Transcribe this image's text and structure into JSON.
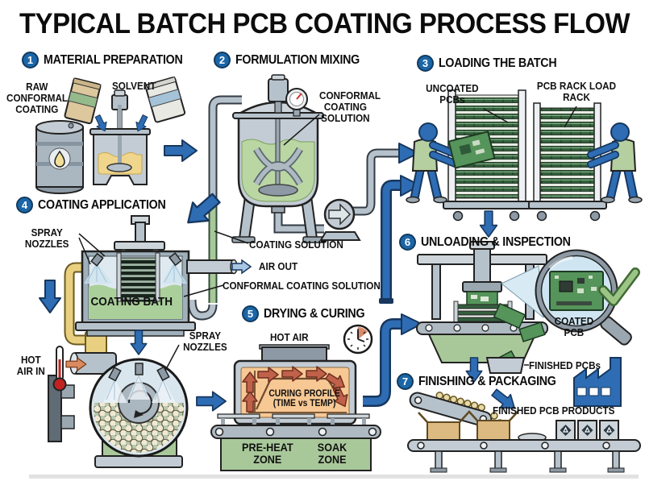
{
  "title": "TYPICAL BATCH PCB COATING PROCESS FLOW",
  "steps": [
    {
      "num": "1",
      "label": "MATERIAL PREPARATION"
    },
    {
      "num": "2",
      "label": "FORMULATION MIXING"
    },
    {
      "num": "3",
      "label": "LOADING THE BATCH"
    },
    {
      "num": "4",
      "label": "COATING APPLICATION"
    },
    {
      "num": "5",
      "label": "DRYING & CURING"
    },
    {
      "num": "6",
      "label": "UNLOADING & INSPECTION"
    },
    {
      "num": "7",
      "label": "FINISHING & PACKAGING"
    }
  ],
  "labels": {
    "raw_conformal_coating": "RAW\nCONFORMAL\nCOATING",
    "solvent": "SOLVENT",
    "conformal_coating_solution": "CONFORMAL\nCOATING\nSOLUTION",
    "uncoated_pcbs": "UNCOATED\nPCBs",
    "pcb_rack_load_rack": "PCB RACK LOAD\nRACK",
    "spray_nozzles_bath": "SPRAY\nNOZZLES",
    "coating_solution": "COATING SOLUTION",
    "air_out": "AIR OUT",
    "conformal_coating_solution_line": "CONFORMAL COATING SOLUTION",
    "coating_bath": "COATING BATH",
    "hot_air": "HOT AIR",
    "curing_profile": "CURING PROFILE\n(TIME vs TEMP)",
    "pre_heat_zone": "PRE-HEAT\nZONE",
    "soak_zone": "SOAK\nZONE",
    "hot_air_in": "HOT\nAIR IN",
    "spray_nozzles_drum": "SPRAY\nNOZZLES",
    "coated_pcb": "COATED\nPCB",
    "finished_pcbs": "FINISHED PCBs",
    "finished_pcb_products": "FINISHED PCB PRODUCTS"
  },
  "colors": {
    "arrow_blue": "#2e6db4",
    "step_circle_blue": "#1a66a8",
    "pcb_green": "#55945a",
    "machine_green": "#a9c89a",
    "oven_orange": "#f7c894",
    "pipe_yellow": "#e8d080",
    "text_black": "#0c0c0c"
  }
}
